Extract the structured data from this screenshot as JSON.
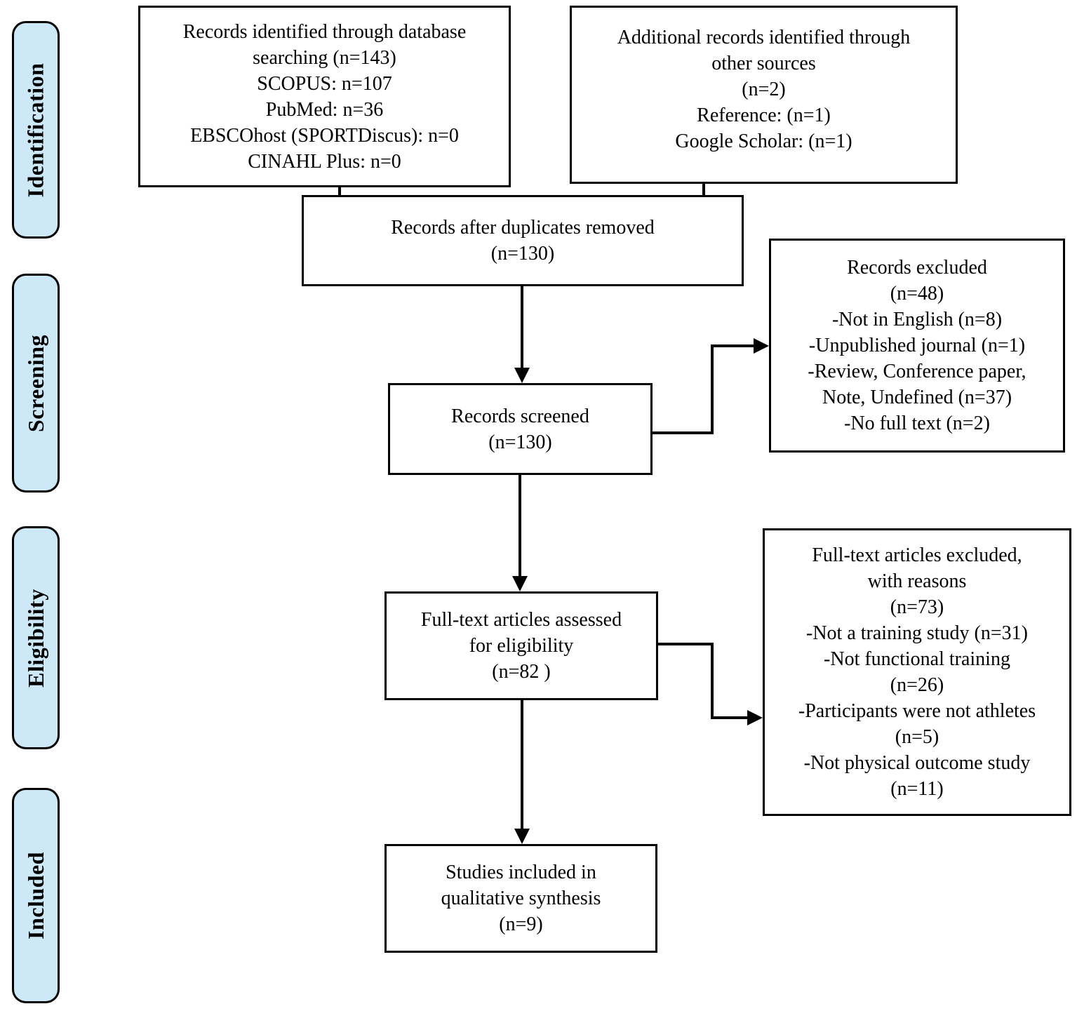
{
  "figure": {
    "type": "prisma-flow-diagram",
    "stages": [
      {
        "label": "Identification"
      },
      {
        "label": "Screening"
      },
      {
        "label": "Eligibility"
      },
      {
        "label": "Included"
      }
    ],
    "boxes": {
      "identified": {
        "lines": [
          "Records identified through database",
          "searching (n=143)",
          "SCOPUS: n=107",
          "PubMed: n=36",
          "EBSCOhost (SPORTDiscus): n=0",
          "CINAHL Plus: n=0"
        ]
      },
      "additional": {
        "lines": [
          "Additional records identified through",
          "other sources",
          "(n=2)",
          "Reference: (n=1)",
          "Google Scholar: (n=1)"
        ]
      },
      "duplicates_removed": {
        "lines": [
          "Records after duplicates removed",
          "(n=130)"
        ]
      },
      "records_excluded": {
        "lines": [
          "Records excluded",
          "(n=48)",
          "-Not in English (n=8)",
          "-Unpublished journal (n=1)",
          "-Review, Conference paper,",
          "Note, Undefined (n=37)",
          "-No full text (n=2)"
        ]
      },
      "screened": {
        "lines": [
          "Records screened",
          "(n=130)"
        ]
      },
      "fulltext_assessed": {
        "lines": [
          "Full-text articles assessed",
          "for eligibility",
          "(n=82 )"
        ]
      },
      "fulltext_excluded": {
        "lines": [
          "Full-text articles excluded,",
          "with reasons",
          "(n=73)",
          "-Not a training study (n=31)",
          "-Not functional training",
          "(n=26)",
          "-Participants were not athletes",
          "(n=5)",
          "-Not physical outcome study",
          "(n=11)"
        ]
      },
      "included_studies": {
        "lines": [
          "Studies included in",
          "qualitative synthesis",
          "(n=9)"
        ]
      }
    },
    "colors": {
      "stage_fill": "#cde9f8",
      "border": "#000000",
      "background": "#ffffff",
      "text": "#000000"
    }
  }
}
